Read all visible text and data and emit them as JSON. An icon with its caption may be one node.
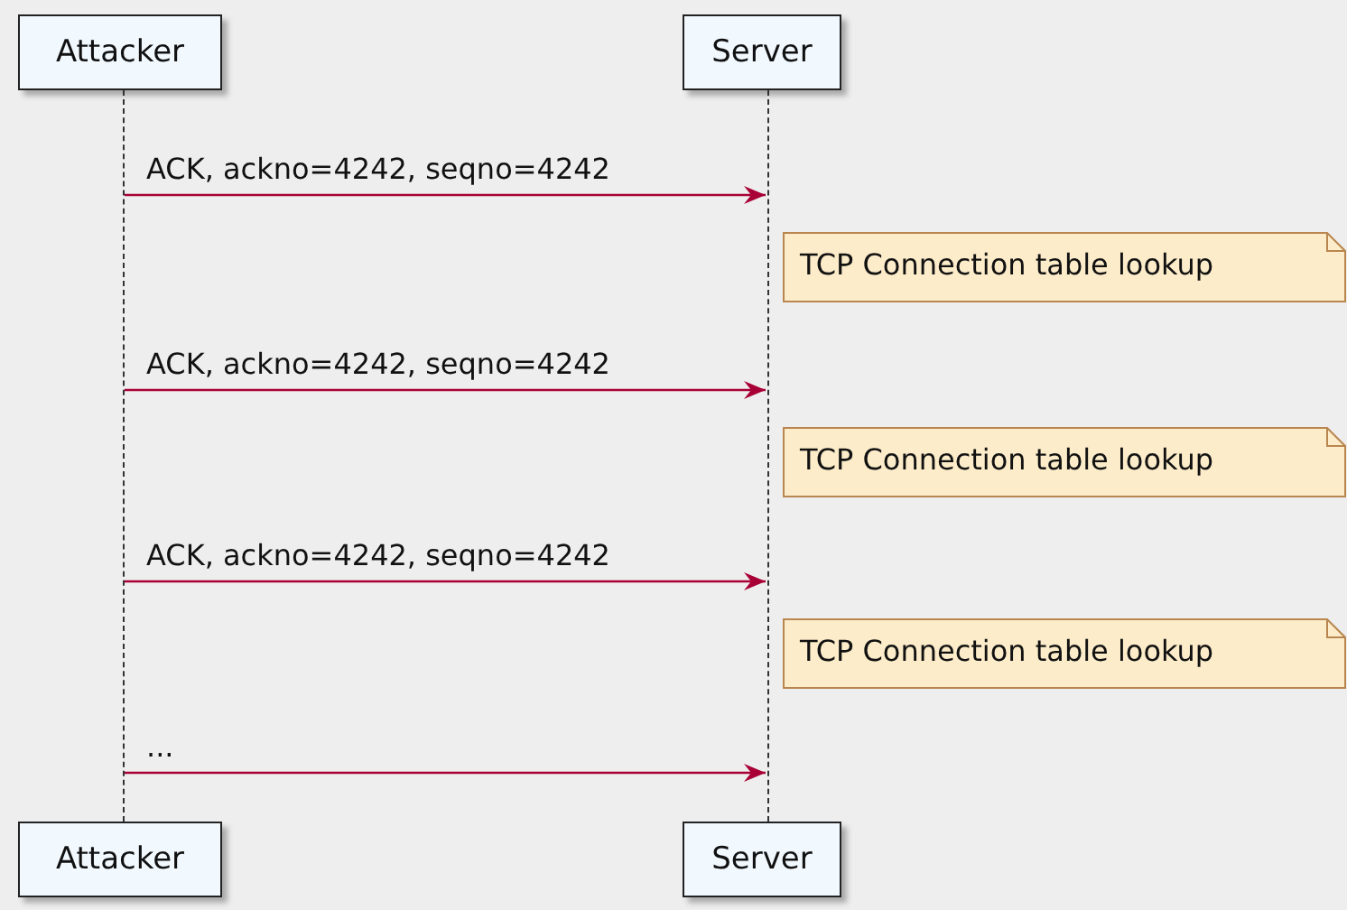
{
  "diagram": {
    "nodes": [
      {
        "text": [
          "Attacker"
        ]
      },
      {
        "text": [
          "Server"
        ]
      },
      {
        "text": [],
        "shape": "line"
      },
      {
        "text": [],
        "shape": "line"
      },
      {
        "text": [
          "TCP Connection table lookup"
        ]
      },
      {
        "text": [
          "TCP Connection table lookup"
        ]
      },
      {
        "text": [
          "TCP Connection table lookup"
        ]
      },
      {
        "text": [
          "Attacker"
        ]
      },
      {
        "text": [
          "Server"
        ]
      }
    ],
    "edges": [
      {
        "from": 2,
        "to": 3,
        "arrow": "to",
        "label": "ACK, ackno=4242, seqno=4242"
      },
      {
        "from": 2,
        "to": 3,
        "arrow": "to",
        "label": "ACK, ackno=4242, seqno=4242"
      },
      {
        "from": 2,
        "to": 3,
        "arrow": "to",
        "label": "ACK, ackno=4242, seqno=4242"
      },
      {
        "from": 2,
        "to": 3,
        "arrow": "to",
        "label": "..."
      }
    ]
  }
}
